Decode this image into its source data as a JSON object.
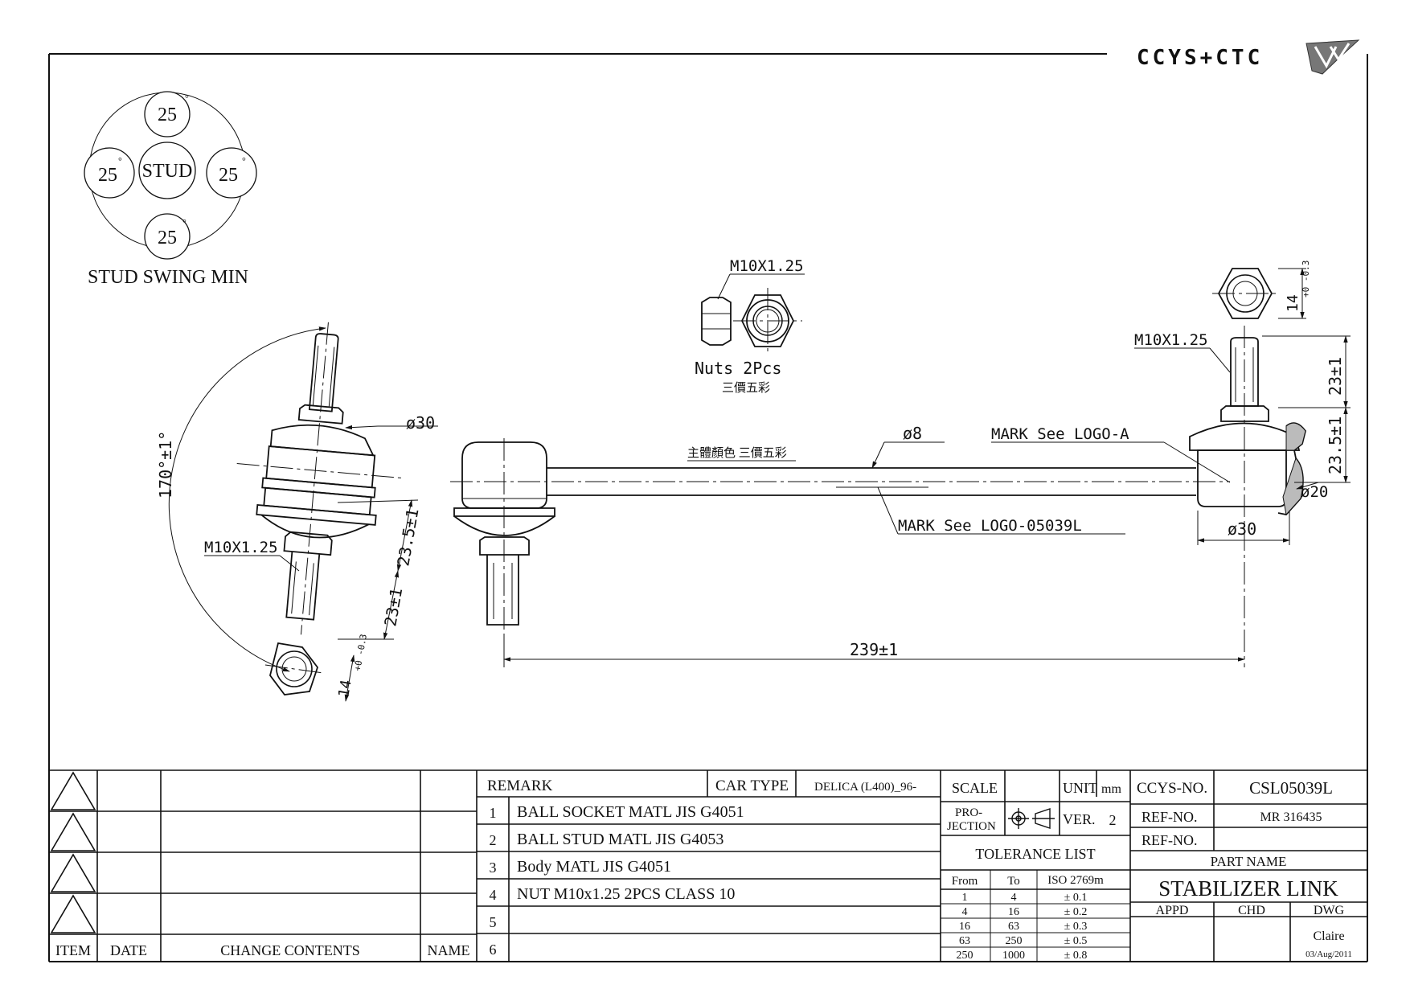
{
  "brand": {
    "logo_text": "CCYS+CTC"
  },
  "swing": {
    "center": "STUD",
    "values": [
      "25",
      "25",
      "25",
      "25"
    ],
    "degree": "°",
    "caption": "STUD SWING MIN"
  },
  "dims": {
    "thread": "M10X1.25",
    "ball_od": "ø30",
    "ball_od_right": "ø30",
    "ball_inner": "ø20",
    "rod_dia": "ø8",
    "length": "239±1",
    "angle": "170°±1°",
    "stud_len": "23±1",
    "body_len": "23.5±1",
    "nut_hex": "14",
    "nut_tol": "+0 -0.3"
  },
  "nuts": {
    "thread": "M10X1.25",
    "label": "Nuts 2Pcs",
    "color": "三價五彩"
  },
  "body_color_note": "主體顏色 三價五彩",
  "marks": {
    "logo_a": "MARK See LOGO-A",
    "logo_part": "MARK See LOGO-05039L"
  },
  "revision": {
    "headers": {
      "item": "ITEM",
      "date": "DATE",
      "contents": "CHANGE CONTENTS",
      "name": "NAME"
    },
    "rows": 4
  },
  "remarks": {
    "header": "REMARK",
    "car_type_label": "CAR TYPE",
    "car_type": "DELICA (L400)_96-",
    "items": [
      {
        "no": "1",
        "text": "BALL SOCKET MATL JIS G4051"
      },
      {
        "no": "2",
        "text": "BALL STUD MATL JIS G4053"
      },
      {
        "no": "3",
        "text": "Body MATL JIS G4051"
      },
      {
        "no": "4",
        "text": "NUT M10x1.25 2PCS CLASS 10"
      },
      {
        "no": "5",
        "text": ""
      },
      {
        "no": "6",
        "text": ""
      }
    ]
  },
  "title_block": {
    "scale_label": "SCALE",
    "unit_label": "UNIT",
    "unit": "mm",
    "projection_label": "PRO-\nJECTION",
    "ver_label": "VER.",
    "ver": "2",
    "tolerance_title": "TOLERANCE LIST",
    "tol_headers": [
      "From",
      "To",
      "ISO 2769m"
    ],
    "tolerances": [
      [
        "1",
        "4",
        "± 0.1"
      ],
      [
        "4",
        "16",
        "± 0.2"
      ],
      [
        "16",
        "63",
        "± 0.3"
      ],
      [
        "63",
        "250",
        "± 0.5"
      ],
      [
        "250",
        "1000",
        "± 0.8"
      ]
    ],
    "ccys_label": "CCYS-NO.",
    "ccys_no": "CSL05039L",
    "ref_label": "REF-NO.",
    "ref_no": "MR 316435",
    "ref_label2": "REF-NO.",
    "ref_no2": "",
    "part_name_label": "PART NAME",
    "part_name": "STABILIZER LINK",
    "appd": "APPD",
    "chd": "CHD",
    "dwg": "DWG",
    "drawer": "Claire",
    "date": "03/Aug/2011"
  }
}
